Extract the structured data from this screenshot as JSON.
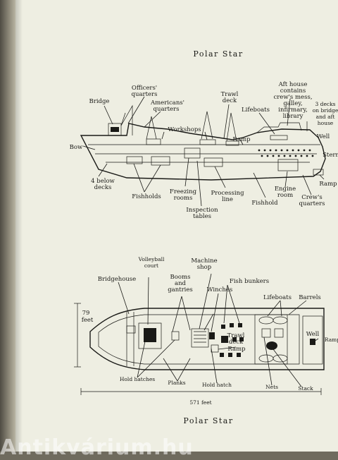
{
  "titles": {
    "top": "Polar Star",
    "bottom": "Polar Star"
  },
  "side_view": {
    "labels": {
      "officers": "Officers'",
      "officers2": "quarters",
      "bridge": "Bridge",
      "americans": "Americans'",
      "americans2": "quarters",
      "trawl_deck": "Trawl",
      "trawl_deck2": "deck",
      "aft_house1": "Aft house",
      "aft_house2": "contains",
      "aft_house3": "crew's mess,",
      "aft_house4": "galley,",
      "aft_house5": "infirmary,",
      "aft_house6": "library",
      "decks1": "3 decks",
      "decks2": "on bridge",
      "decks3": "and aft",
      "decks4": "house",
      "lifeboats": "Lifeboats",
      "workshops": "Workshops",
      "well": "Well",
      "ramp": "Ramp",
      "bow": "Bow",
      "stern": "Stern",
      "below1": "4 below",
      "below2": "decks",
      "fishholds": "Fishholds",
      "freezing1": "Freezing",
      "freezing2": "rooms",
      "processing1": "Processing",
      "processing2": "line",
      "engine1": "Engine",
      "engine2": "room",
      "fishhold": "Fishhold",
      "crews1": "Crew's",
      "crews2": "quarters",
      "ramp_low": "Ramp",
      "inspection1": "Inspection",
      "inspection2": "tables"
    }
  },
  "top_view": {
    "labels": {
      "volleyball1": "Volleyball",
      "volleyball2": "court",
      "machine1": "Machine",
      "machine2": "shop",
      "bridgehouse": "Bridgehouse",
      "booms1": "Booms",
      "booms2": "and",
      "booms3": "gantries",
      "fish_bunkers": "Fish bunkers",
      "winches": "Winches",
      "lifeboats": "Lifeboats",
      "barrels": "Barrels",
      "trawl1": "Trawl",
      "trawl2": "deck",
      "ramp": "Ramp",
      "well": "Well",
      "ramp_right": "Ramp",
      "width1": "79",
      "width2": "feet",
      "hold_hatches": "Hold hatches",
      "planks": "Planks",
      "hold_hatch": "Hold hatch",
      "nets": "Nets",
      "stack": "Stack",
      "length": "571 feet"
    }
  },
  "watermark": "Antikvárium.hu"
}
